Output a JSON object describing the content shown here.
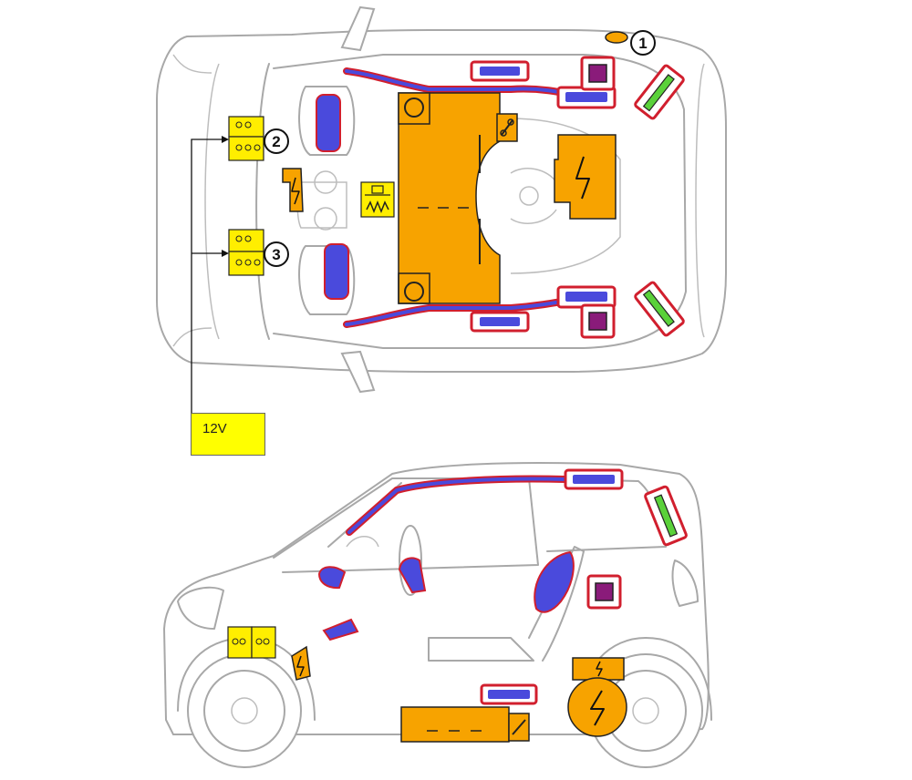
{
  "voltage_label": "12V",
  "callouts": [
    {
      "number": "1"
    },
    {
      "number": "2"
    },
    {
      "number": "3"
    }
  ],
  "colors": {
    "high_voltage_component": "#f7a300",
    "battery_12v": "#ffee00",
    "airbag": "#4a4adc",
    "airbag_frame": "#d11f2e",
    "gas_strut": "#5ad13a",
    "control_unit": "#8a1b7a",
    "outline": "#a8a8a8"
  }
}
